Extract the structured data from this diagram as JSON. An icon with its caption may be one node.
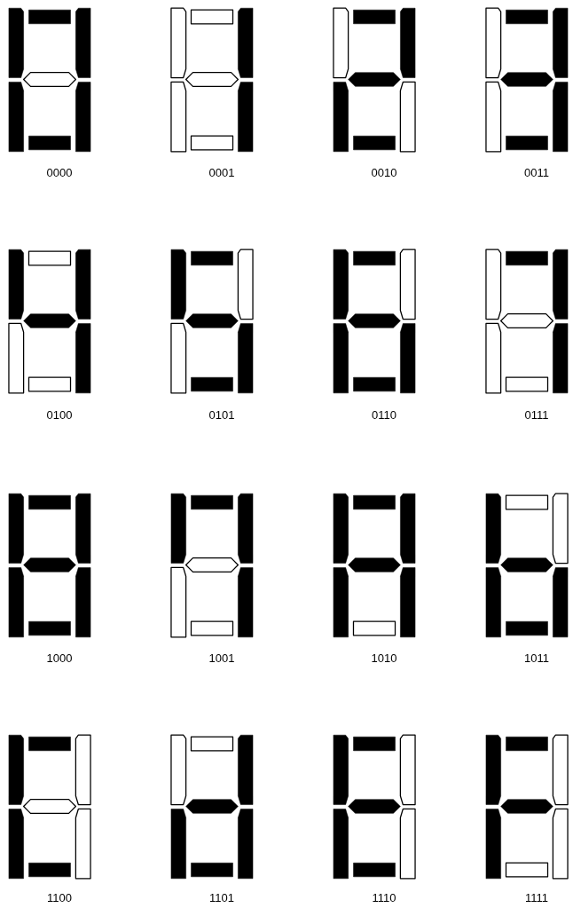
{
  "diagram": {
    "labels": [
      "0000",
      "0001",
      "0010",
      "0011",
      "0100",
      "0101",
      "0110",
      "0111",
      "1000",
      "1001",
      "1010",
      "1011",
      "1100",
      "1101",
      "1110",
      "1111"
    ]
  }
}
